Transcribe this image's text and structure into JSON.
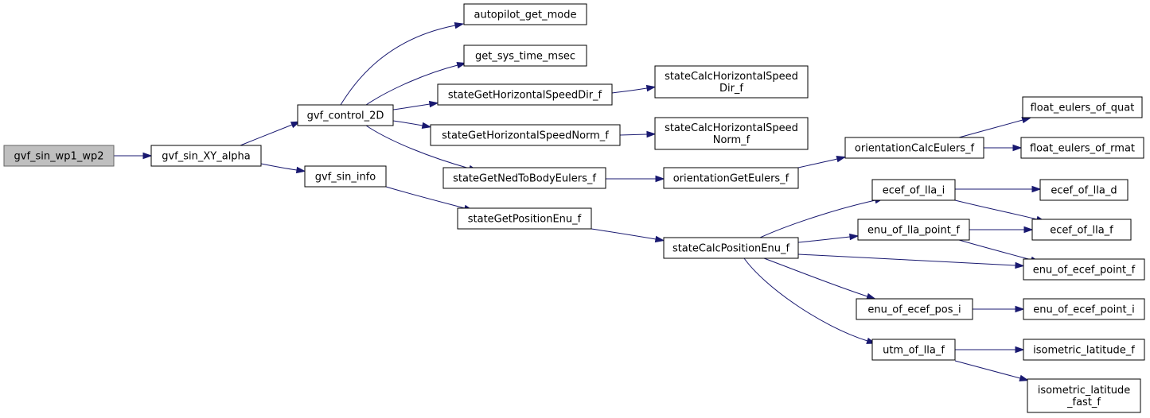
{
  "diagram": {
    "type": "call-graph",
    "colors": {
      "edge": "#191970",
      "node_fill": "#ffffff",
      "node_border": "#000000",
      "root_fill": "#bfbfbf",
      "root_border": "#666666"
    },
    "nodes": [
      {
        "id": "gvf_sin_wp1_wp2",
        "lines": [
          "gvf_sin_wp1_wp2"
        ],
        "root": true
      },
      {
        "id": "gvf_sin_XY_alpha",
        "lines": [
          "gvf_sin_XY_alpha"
        ]
      },
      {
        "id": "gvf_control_2D",
        "lines": [
          "gvf_control_2D"
        ]
      },
      {
        "id": "gvf_sin_info",
        "lines": [
          "gvf_sin_info"
        ]
      },
      {
        "id": "autopilot_get_mode",
        "lines": [
          "autopilot_get_mode"
        ]
      },
      {
        "id": "get_sys_time_msec",
        "lines": [
          "get_sys_time_msec"
        ]
      },
      {
        "id": "stateGetHorizontalSpeedDir_f",
        "lines": [
          "stateGetHorizontalSpeedDir_f"
        ]
      },
      {
        "id": "stateGetHorizontalSpeedNorm_f",
        "lines": [
          "stateGetHorizontalSpeedNorm_f"
        ]
      },
      {
        "id": "stateGetNedToBodyEulers_f",
        "lines": [
          "stateGetNedToBodyEulers_f"
        ]
      },
      {
        "id": "stateGetPositionEnu_f",
        "lines": [
          "stateGetPositionEnu_f"
        ]
      },
      {
        "id": "stateCalcHorizontalSpeedDir_f",
        "lines": [
          "stateCalcHorizontalSpeed",
          "Dir_f"
        ]
      },
      {
        "id": "stateCalcHorizontalSpeedNorm_f",
        "lines": [
          "stateCalcHorizontalSpeed",
          "Norm_f"
        ]
      },
      {
        "id": "orientationGetEulers_f",
        "lines": [
          "orientationGetEulers_f"
        ]
      },
      {
        "id": "stateCalcPositionEnu_f",
        "lines": [
          "stateCalcPositionEnu_f"
        ]
      },
      {
        "id": "orientationCalcEulers_f",
        "lines": [
          "orientationCalcEulers_f"
        ]
      },
      {
        "id": "ecef_of_lla_i",
        "lines": [
          "ecef_of_lla_i"
        ]
      },
      {
        "id": "enu_of_lla_point_f",
        "lines": [
          "enu_of_lla_point_f"
        ]
      },
      {
        "id": "enu_of_ecef_pos_i",
        "lines": [
          "enu_of_ecef_pos_i"
        ]
      },
      {
        "id": "utm_of_lla_f",
        "lines": [
          "utm_of_lla_f"
        ]
      },
      {
        "id": "float_eulers_of_quat",
        "lines": [
          "float_eulers_of_quat"
        ]
      },
      {
        "id": "float_eulers_of_rmat",
        "lines": [
          "float_eulers_of_rmat"
        ]
      },
      {
        "id": "ecef_of_lla_d",
        "lines": [
          "ecef_of_lla_d"
        ]
      },
      {
        "id": "ecef_of_lla_f",
        "lines": [
          "ecef_of_lla_f"
        ]
      },
      {
        "id": "enu_of_ecef_point_f",
        "lines": [
          "enu_of_ecef_point_f"
        ]
      },
      {
        "id": "enu_of_ecef_point_i",
        "lines": [
          "enu_of_ecef_point_i"
        ]
      },
      {
        "id": "isometric_latitude_f",
        "lines": [
          "isometric_latitude_f"
        ]
      },
      {
        "id": "isometric_latitude_fast_f",
        "lines": [
          "isometric_latitude",
          "_fast_f"
        ]
      }
    ],
    "edges": [
      [
        "gvf_sin_wp1_wp2",
        "gvf_sin_XY_alpha"
      ],
      [
        "gvf_sin_XY_alpha",
        "gvf_control_2D"
      ],
      [
        "gvf_sin_XY_alpha",
        "gvf_sin_info"
      ],
      [
        "gvf_control_2D",
        "autopilot_get_mode"
      ],
      [
        "gvf_control_2D",
        "get_sys_time_msec"
      ],
      [
        "gvf_control_2D",
        "stateGetHorizontalSpeedDir_f"
      ],
      [
        "gvf_control_2D",
        "stateGetHorizontalSpeedNorm_f"
      ],
      [
        "gvf_control_2D",
        "stateGetNedToBodyEulers_f"
      ],
      [
        "gvf_sin_info",
        "stateGetPositionEnu_f"
      ],
      [
        "stateGetHorizontalSpeedDir_f",
        "stateCalcHorizontalSpeedDir_f"
      ],
      [
        "stateGetHorizontalSpeedNorm_f",
        "stateCalcHorizontalSpeedNorm_f"
      ],
      [
        "stateGetNedToBodyEulers_f",
        "orientationGetEulers_f"
      ],
      [
        "stateGetPositionEnu_f",
        "stateCalcPositionEnu_f"
      ],
      [
        "orientationGetEulers_f",
        "orientationCalcEulers_f"
      ],
      [
        "orientationCalcEulers_f",
        "float_eulers_of_quat"
      ],
      [
        "orientationCalcEulers_f",
        "float_eulers_of_rmat"
      ],
      [
        "stateCalcPositionEnu_f",
        "ecef_of_lla_i"
      ],
      [
        "stateCalcPositionEnu_f",
        "enu_of_lla_point_f"
      ],
      [
        "stateCalcPositionEnu_f",
        "enu_of_ecef_point_f"
      ],
      [
        "stateCalcPositionEnu_f",
        "enu_of_ecef_pos_i"
      ],
      [
        "stateCalcPositionEnu_f",
        "utm_of_lla_f"
      ],
      [
        "ecef_of_lla_i",
        "ecef_of_lla_d"
      ],
      [
        "ecef_of_lla_i",
        "ecef_of_lla_f"
      ],
      [
        "enu_of_lla_point_f",
        "ecef_of_lla_f"
      ],
      [
        "enu_of_lla_point_f",
        "enu_of_ecef_point_f"
      ],
      [
        "enu_of_ecef_pos_i",
        "enu_of_ecef_point_i"
      ],
      [
        "utm_of_lla_f",
        "isometric_latitude_f"
      ],
      [
        "utm_of_lla_f",
        "isometric_latitude_fast_f"
      ]
    ]
  }
}
